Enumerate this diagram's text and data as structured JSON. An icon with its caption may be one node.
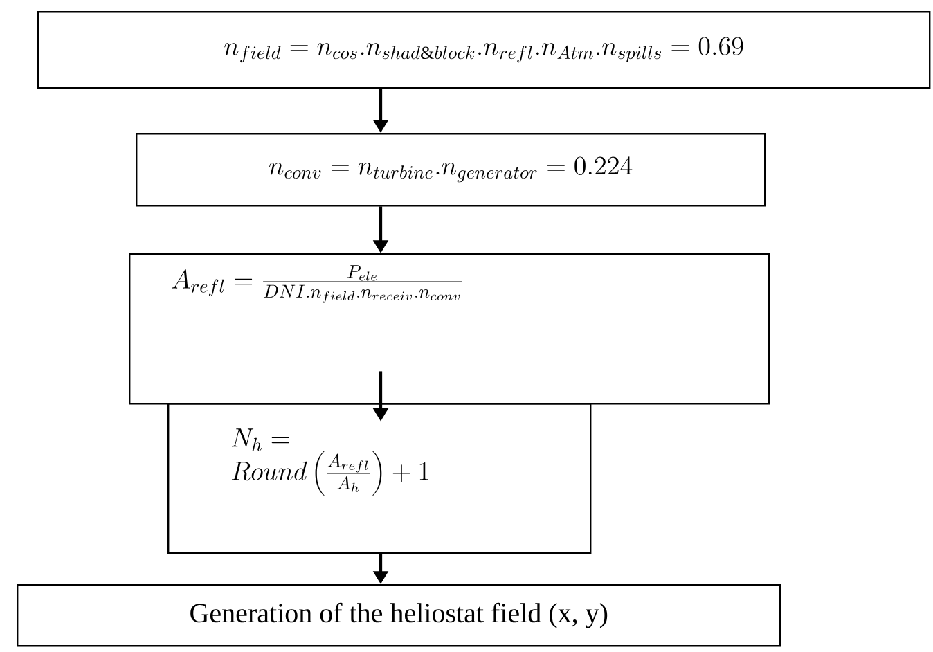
{
  "diagram": {
    "nodes": [
      {
        "text": [
          "n_{field} = n_{cos}.n_{shad\\&block}.n_{refl}.n_{Atm}.n_{spills} = 0.69"
        ]
      },
      {
        "text": [
          "n_{conv} = n_{turbine}.n_{generator} = 0.224"
        ]
      },
      {
        "text": [
          "A_{refl} = \\frac{P_{ele}}{DNI.n_{field}.n_{receiv}.n_{conv}}"
        ]
      },
      {
        "text": [
          "N_h = Round\\left(\\frac{A_{refl}}{A_h}\\right) + 1"
        ]
      },
      {
        "text": [
          "Generation of the heliostat field (x, y)"
        ]
      }
    ],
    "edges": [
      {
        "from": 0,
        "to": 1,
        "arrow": "to"
      },
      {
        "from": 1,
        "to": 2,
        "arrow": "to"
      },
      {
        "from": 2,
        "to": 3,
        "arrow": "to"
      },
      {
        "from": 3,
        "to": 4,
        "arrow": "to"
      }
    ]
  }
}
